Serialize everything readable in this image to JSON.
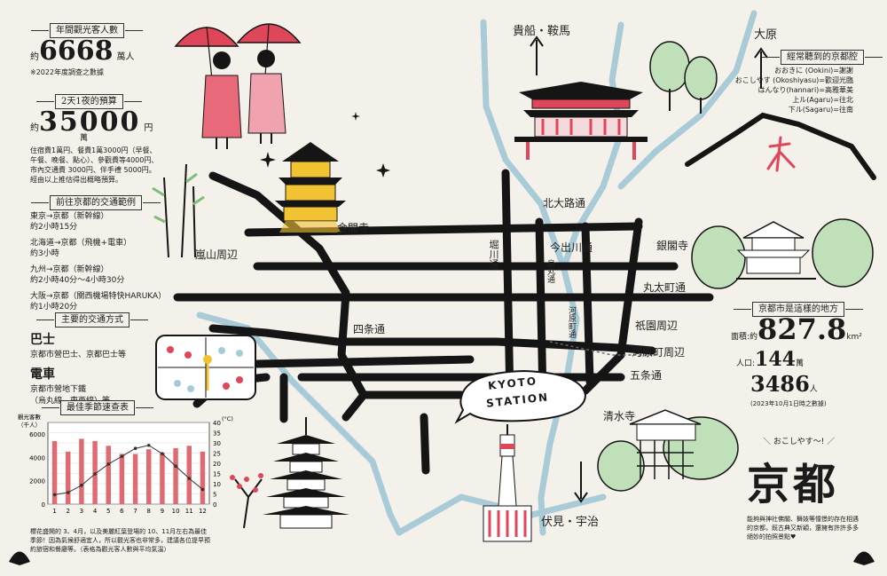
{
  "left": {
    "visitors": {
      "label": "年間觀光客人數",
      "prefix": "約",
      "number": "6668",
      "unit": "萬人",
      "note": "※2022年度調查之數據"
    },
    "budget": {
      "label": "2天1夜的預算",
      "prefix": "約",
      "number": "35000",
      "unit_man": "萬",
      "unit": "円",
      "note_lines": [
        "住宿費1萬円、餐費1萬3000円（早餐、",
        "午餐、晚餐、點心）、參觀費等4000円、",
        "市內交通費 3000円、伴手禮 5000円。",
        "經由以上推估得出概略預算。"
      ]
    },
    "access": {
      "label": "前往京都的交通範例",
      "routes": [
        {
          "route": "東京→京都（新幹線）",
          "time": "約2小時15分"
        },
        {
          "route": "北海道→京都（飛機+電車）",
          "time": "約3小時"
        },
        {
          "route": "九州→京都（新幹線）",
          "time": "約2小時40分～4小時30分"
        },
        {
          "route": "大阪→京都（關西機場特快HARUKA）",
          "time": "約1小時20分"
        }
      ]
    },
    "transport": {
      "label": "主要的交通方式",
      "modes": [
        {
          "name": "巴士",
          "desc_lines": [
            "京都市營巴士、京都巴士等"
          ]
        },
        {
          "name": "電車",
          "desc_lines": [
            "京都市營地下鐵",
            "（烏丸線、東西線）等"
          ]
        }
      ]
    },
    "season": {
      "label": "最佳季節速查表",
      "note_lines": [
        "櫻花盛開的 3、4月，以及美麗紅葉登場的 10、11月左右為最佳",
        "季節！因為氣候舒適宜人，所以觀光客也非常多，建議各位提早預",
        "約旅宿和餐廳等。（表格為觀光客人數與平均氣溫）"
      ]
    }
  },
  "chart_data": {
    "type": "bar",
    "ylabel_left_lines": [
      "觀光客數",
      "（千人）"
    ],
    "ylabel_right": "(°C)",
    "categories": [
      "1",
      "2",
      "3",
      "4",
      "5",
      "6",
      "7",
      "8",
      "9",
      "10",
      "11",
      "12"
    ],
    "yticks_left": [
      "0",
      "2000",
      "4000",
      "6000"
    ],
    "yticks_right": [
      "0",
      "5",
      "10",
      "15",
      "20",
      "25",
      "30",
      "35",
      "40"
    ],
    "ylim_left": [
      0,
      7000
    ],
    "ylim_right": [
      0,
      40
    ],
    "series": [
      {
        "type": "bar",
        "values": [
          5400,
          4500,
          5600,
          5400,
          5000,
          4300,
          4300,
          4700,
          4400,
          4800,
          5000,
          4500
        ]
      },
      {
        "type": "line",
        "values": [
          4.6,
          5.7,
          9.2,
          14.8,
          19.6,
          23.4,
          27.3,
          28.8,
          24.7,
          18.6,
          12.6,
          7.2
        ]
      }
    ],
    "colors": {
      "bar": "#e06a72",
      "line": "#333333"
    }
  },
  "map": {
    "destinations": {
      "north": "貴船・鞍馬",
      "northeast": "大原",
      "south": "伏見・宇治"
    },
    "streets": {
      "kitaoji": "北大路通",
      "imadegawa": "今出川通",
      "marutamachi": "丸太町通",
      "gion": "祇園周辺",
      "kawaramachi": "河原町周辺",
      "gojo": "五条通",
      "shijo": "四条通",
      "arashiyama": "嵐山周辺",
      "horikawa": "堀川通",
      "karasuma": "烏丸通",
      "kawaramachi_v": "河原町通"
    },
    "landmarks": {
      "kinkakuji": "金閣寺",
      "ginkakuji": "銀閣寺",
      "kiyomizu": "清水寺"
    },
    "station": {
      "line1": "KYOTO",
      "line2": "STATION"
    }
  },
  "phrases": {
    "label": "經常聽到的京都腔",
    "items": [
      "おおきに (Ookini)=謝謝",
      "おこしやす (Okoshiyasu)=歡迎光臨",
      "はんなり(hannari)=高雅華美",
      "上ル(Agaru)=往北",
      "下ル(Sagaru)=往南"
    ]
  },
  "city": {
    "label": "京都市是這樣的地方",
    "area_label": "面積:約",
    "area_value": "827.8",
    "area_unit": "km²",
    "pop_label": "人口:",
    "pop_value1": "144",
    "pop_unit1": "萬",
    "pop_value2": "3486",
    "pop_unit2": "人",
    "note": "(2023年10月1日時之數據)"
  },
  "title": {
    "greeting": "おこしやす〜!",
    "name": "京都",
    "desc_lines": [
      "能夠與神社佛閣、舞妓等憧憬的存在相遇",
      "的京都，既古典又新穎，還擁有許許多多",
      "絕妙的拍照景點♥"
    ]
  }
}
